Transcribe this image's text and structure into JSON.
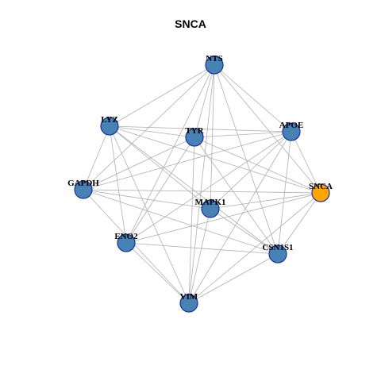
{
  "title": "SNCA",
  "colors": {
    "node_default": "#4682B4",
    "node_highlight": "#FFA500",
    "node_border": "#1F2F9F",
    "edge": "#B0B0B0"
  },
  "nodes": [
    {
      "id": "NTS",
      "label": "NTS",
      "highlight": false
    },
    {
      "id": "LYZ",
      "label": "LYZ",
      "highlight": false
    },
    {
      "id": "TYR",
      "label": "TYR",
      "highlight": false
    },
    {
      "id": "APOE",
      "label": "APOE",
      "highlight": false
    },
    {
      "id": "GAPDH",
      "label": "GAPDH",
      "highlight": false
    },
    {
      "id": "SNCA",
      "label": "SNCA",
      "highlight": true
    },
    {
      "id": "MAPK1",
      "label": "MAPK1",
      "highlight": false
    },
    {
      "id": "ENO2",
      "label": "ENO2",
      "highlight": false
    },
    {
      "id": "CSN1S1",
      "label": "CSN1S1",
      "highlight": false
    },
    {
      "id": "VIM",
      "label": "VIM",
      "highlight": false
    }
  ],
  "edges": [
    [
      "NTS",
      "LYZ"
    ],
    [
      "NTS",
      "TYR"
    ],
    [
      "NTS",
      "APOE"
    ],
    [
      "NTS",
      "GAPDH"
    ],
    [
      "NTS",
      "SNCA"
    ],
    [
      "NTS",
      "MAPK1"
    ],
    [
      "NTS",
      "ENO2"
    ],
    [
      "NTS",
      "CSN1S1"
    ],
    [
      "NTS",
      "VIM"
    ],
    [
      "LYZ",
      "TYR"
    ],
    [
      "LYZ",
      "APOE"
    ],
    [
      "LYZ",
      "GAPDH"
    ],
    [
      "LYZ",
      "SNCA"
    ],
    [
      "LYZ",
      "MAPK1"
    ],
    [
      "LYZ",
      "ENO2"
    ],
    [
      "LYZ",
      "CSN1S1"
    ],
    [
      "LYZ",
      "VIM"
    ],
    [
      "TYR",
      "APOE"
    ],
    [
      "TYR",
      "GAPDH"
    ],
    [
      "TYR",
      "SNCA"
    ],
    [
      "TYR",
      "ENO2"
    ],
    [
      "TYR",
      "CSN1S1"
    ],
    [
      "TYR",
      "VIM"
    ],
    [
      "APOE",
      "GAPDH"
    ],
    [
      "APOE",
      "SNCA"
    ],
    [
      "APOE",
      "MAPK1"
    ],
    [
      "APOE",
      "ENO2"
    ],
    [
      "APOE",
      "CSN1S1"
    ],
    [
      "APOE",
      "VIM"
    ],
    [
      "GAPDH",
      "SNCA"
    ],
    [
      "GAPDH",
      "MAPK1"
    ],
    [
      "GAPDH",
      "CSN1S1"
    ],
    [
      "GAPDH",
      "VIM"
    ],
    [
      "SNCA",
      "MAPK1"
    ],
    [
      "SNCA",
      "ENO2"
    ],
    [
      "SNCA",
      "CSN1S1"
    ],
    [
      "SNCA",
      "VIM"
    ],
    [
      "MAPK1",
      "CSN1S1"
    ],
    [
      "MAPK1",
      "VIM"
    ],
    [
      "ENO2",
      "CSN1S1"
    ],
    [
      "ENO2",
      "VIM"
    ],
    [
      "CSN1S1",
      "VIM"
    ]
  ]
}
